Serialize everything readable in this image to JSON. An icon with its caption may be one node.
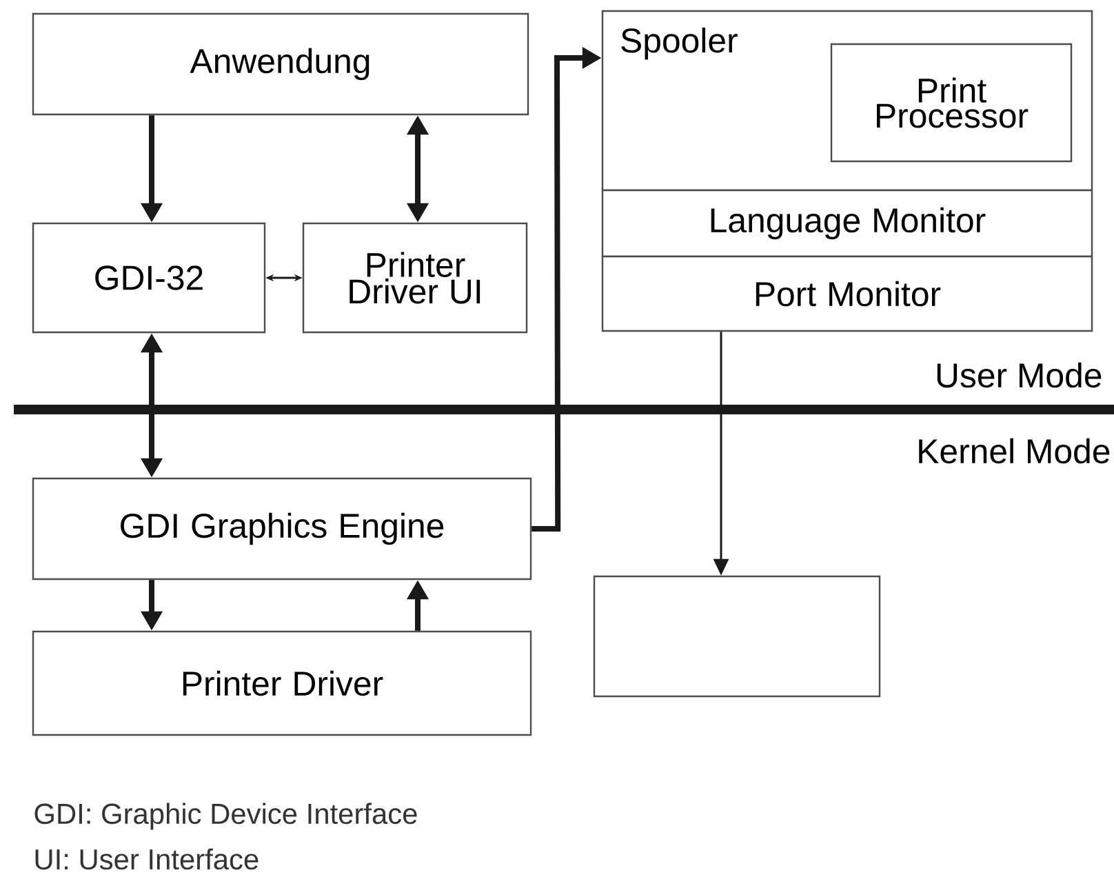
{
  "diagram": {
    "nodes": [
      {
        "text": [
          "Anwendung"
        ]
      },
      {
        "text": [
          "GDI-32"
        ]
      },
      {
        "text": [
          "Printer Driver UI"
        ]
      },
      {
        "text": [
          "Spooler"
        ]
      },
      {
        "text": [
          "Print Processor"
        ],
        "in": 3
      },
      {
        "text": [
          "Language Monitor"
        ]
      },
      {
        "text": [
          "Port Monitor"
        ]
      },
      {
        "text": [
          "GDI Graphics Engine"
        ]
      },
      {
        "text": [
          "Printer Driver"
        ]
      },
      {
        "text": [],
        "shape": "box"
      }
    ],
    "edges": [
      {
        "from": 0,
        "to": 1,
        "arrow": "to"
      },
      {
        "from": 0,
        "to": 2,
        "arrow": "both"
      },
      {
        "from": 1,
        "to": 2,
        "arrow": "both"
      },
      {
        "from": 1,
        "to": 7,
        "arrow": "both"
      },
      {
        "from": 7,
        "to": 3,
        "arrow": "to"
      },
      {
        "from": 6,
        "to": 9,
        "arrow": "to"
      },
      {
        "from": 7,
        "to": 8,
        "arrow": "to"
      },
      {
        "from": 8,
        "to": 7,
        "arrow": "to"
      }
    ],
    "labels": [
      "User Mode",
      "Kernel Mode",
      "GDI: Graphic Device Interface",
      "UI: User Interface"
    ]
  }
}
